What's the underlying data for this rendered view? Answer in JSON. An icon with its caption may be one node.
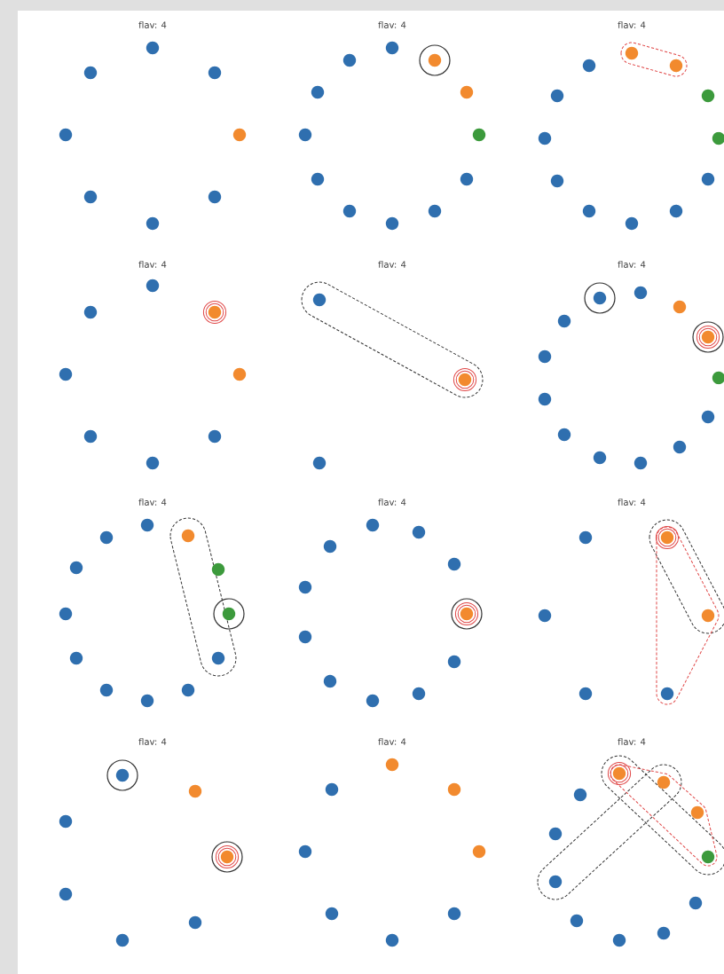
{
  "diagram": {
    "labels": [
      "flav: 4",
      "flav: 4",
      "flav: 4",
      "flav: 4",
      "flav: 4",
      "flav: 4",
      "flav: 4",
      "flav: 4",
      "flav: 4",
      "flav: 4",
      "flav: 4",
      "flav: 4"
    ]
  }
}
